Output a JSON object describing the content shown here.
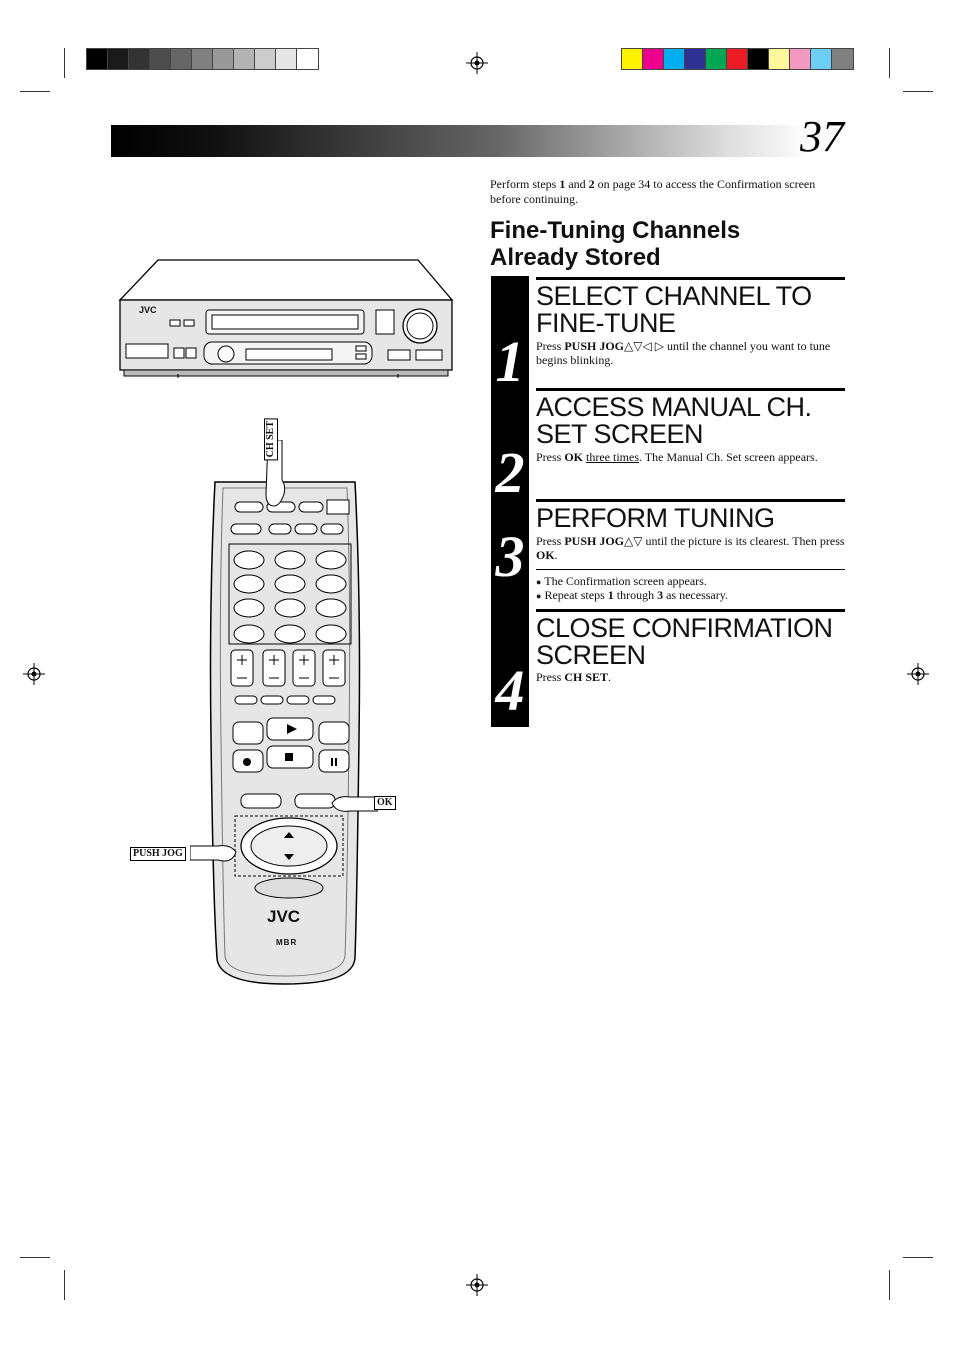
{
  "page": {
    "number": "37"
  },
  "intro": {
    "prefix": "Perform steps ",
    "step_a": "1",
    "and": " and ",
    "step_b": "2",
    "suffix": " on page 34 to access the Confirmation screen before continuing."
  },
  "section_title": "Fine-Tuning Channels Already Stored",
  "steps": [
    {
      "number": "1",
      "heading": "SELECT CHANNEL TO FINE-TUNE",
      "body": {
        "press": "Press ",
        "key": "PUSH JOG",
        "arrows": "△▽◁ ▷",
        "rest": " until the channel you want to tune begins blinking."
      }
    },
    {
      "number": "2",
      "heading": "ACCESS MANUAL CH. SET SCREEN",
      "body": {
        "press": "Press ",
        "key": "OK",
        "gap": " ",
        "underlined": "three times",
        "rest": ". The Manual Ch. Set screen appears."
      }
    },
    {
      "number": "3",
      "heading": "PERFORM TUNING",
      "body": {
        "press": "Press ",
        "key": "PUSH JOG",
        "arrows": "△▽",
        "rest": " until the picture is its clearest. Then press ",
        "key2": "OK",
        "end": "."
      },
      "bullets": [
        {
          "text": "The Confirmation screen appears."
        },
        {
          "pre": "Repeat steps ",
          "b1": "1",
          "mid": " through ",
          "b2": "3",
          "post": " as necessary."
        }
      ],
      "bullet_glyph": "●"
    },
    {
      "number": "4",
      "heading": "CLOSE CONFIRMATION SCREEN",
      "body": {
        "press": "Press ",
        "key": "CH SET",
        "end": "."
      }
    }
  ],
  "illustration": {
    "vcr_brand": "JVC",
    "remote_brand": "JVC",
    "remote_model_mark": "MBR",
    "callouts": {
      "ch_set": "CH SET",
      "ok": "OK",
      "push_jog": "PUSH JOG"
    }
  },
  "print_marks": {
    "gray_swatches": [
      "#000000",
      "#1a1a1a",
      "#333333",
      "#4d4d4d",
      "#666666",
      "#808080",
      "#999999",
      "#b3b3b3",
      "#cccccc",
      "#e6e6e6",
      "#ffffff"
    ],
    "color_swatches": [
      "#fff200",
      "#ec008c",
      "#00aeef",
      "#2e3192",
      "#00a651",
      "#ed1c24",
      "#000000",
      "#fff799",
      "#f49ac1",
      "#6dcff6",
      "#808080"
    ]
  }
}
